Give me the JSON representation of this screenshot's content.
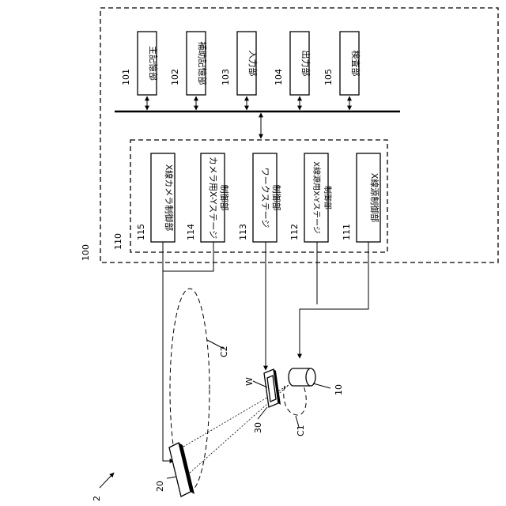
{
  "figure_number": "2",
  "control_device": {
    "ref": "100",
    "units": [
      {
        "ref": "101",
        "label": "主記憶部"
      },
      {
        "ref": "102",
        "label": "補助記憶部"
      },
      {
        "ref": "103",
        "label": "入力部"
      },
      {
        "ref": "104",
        "label": "出力部"
      },
      {
        "ref": "105",
        "label": "検査部"
      }
    ],
    "controller": {
      "ref": "110",
      "units": [
        {
          "ref": "115",
          "lines": [
            "X線カメラ制御部"
          ]
        },
        {
          "ref": "114",
          "lines": [
            "カメラ用X-Yステージ",
            "制御部"
          ]
        },
        {
          "ref": "113",
          "lines": [
            "ワークステージ",
            "制御部"
          ]
        },
        {
          "ref": "112",
          "lines": [
            "X線源用X-Yステージ",
            "制御部"
          ]
        },
        {
          "ref": "111",
          "lines": [
            "X線源制御部"
          ]
        }
      ]
    }
  },
  "hardware": {
    "xray_camera": "20",
    "work_stage": "30",
    "xray_source": "10",
    "work": "W",
    "cone_c1": "C1",
    "path_c2": "C2"
  }
}
